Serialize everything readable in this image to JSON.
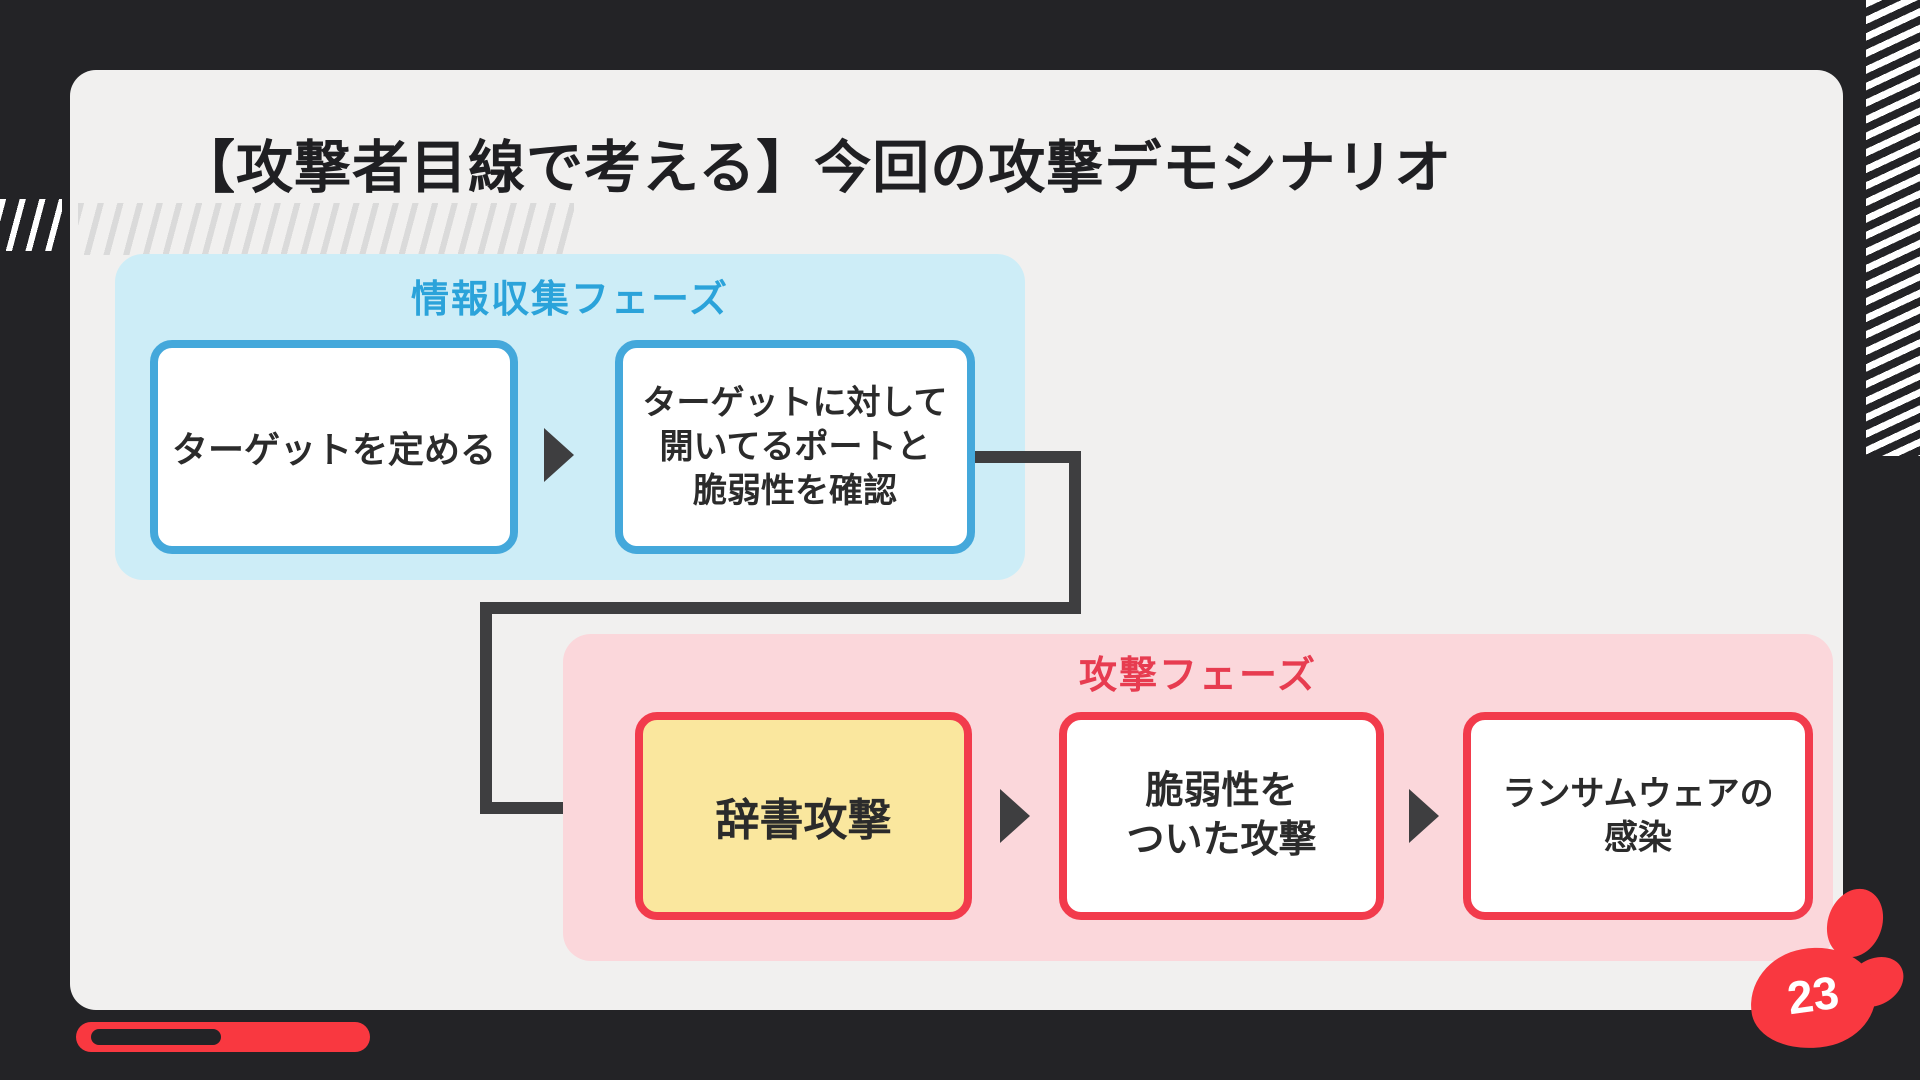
{
  "slide": {
    "title": "【攻撃者目線で考える】今回の攻撃デモシナリオ",
    "page_number": "23"
  },
  "phases": {
    "recon": {
      "label": "情報収集フェーズ",
      "boxes": [
        {
          "text": "ターゲットを定める"
        },
        {
          "text": "ターゲットに対して\n開いてるポートと\n脆弱性を確認"
        }
      ]
    },
    "attack": {
      "label": "攻撃フェーズ",
      "boxes": [
        {
          "text": "辞書攻撃",
          "highlighted": true
        },
        {
          "text": "脆弱性を\nついた攻撃"
        },
        {
          "text": "ランサムウェアの\n感染"
        }
      ]
    }
  },
  "colors": {
    "background": "#232326",
    "slide_background": "#F1F0EF",
    "title_text": "#1F1F22",
    "recon_fill": "#CDEDF7",
    "recon_accent": "#2BA3DA",
    "recon_border": "#44A8DB",
    "attack_fill": "#FBD7DB",
    "attack_accent": "#F23B4C",
    "attack_label": "#E73C50",
    "highlight_fill": "#FAE79E",
    "connector": "#3E3E40",
    "brand_red": "#F93840",
    "box_text": "#2B2B2B"
  }
}
